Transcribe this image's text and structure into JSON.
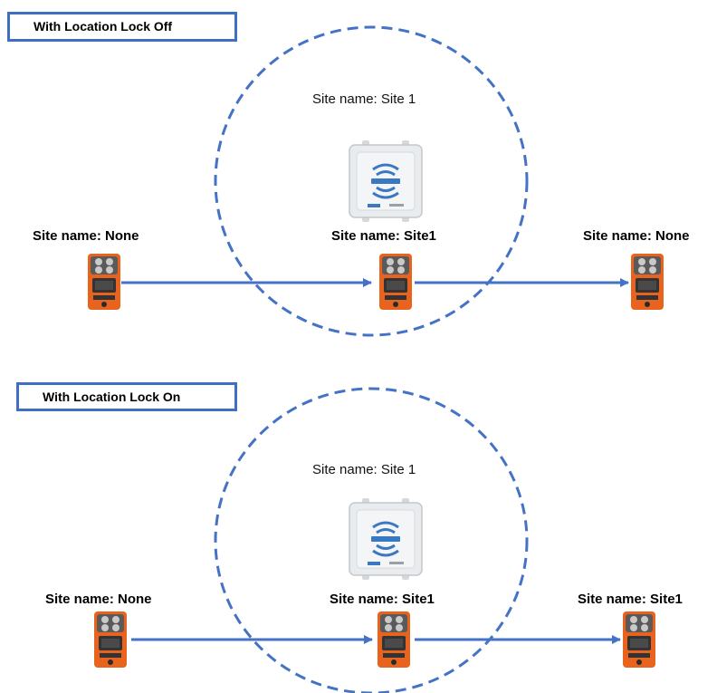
{
  "scenarios": [
    {
      "mode_label": "With Location Lock Off",
      "zone_site_label": "Site name: Site 1",
      "device_left_label": "Site name: None",
      "device_center_label": "Site name: Site1",
      "device_right_label": "Site name: None"
    },
    {
      "mode_label": "With Location Lock On",
      "zone_site_label": "Site name: Site 1",
      "device_left_label": "Site name: None",
      "device_center_label": "Site name: Site1",
      "device_right_label": "Site name: Site1"
    }
  ],
  "colors": {
    "accent_blue": "#4472c4",
    "box_border": "#3f6fc0",
    "detector_orange": "#e8641e",
    "beacon_gray": "#e9ecef"
  },
  "icons": [
    "gas-detector-icon",
    "beacon-icon",
    "arrow-right-icon"
  ]
}
